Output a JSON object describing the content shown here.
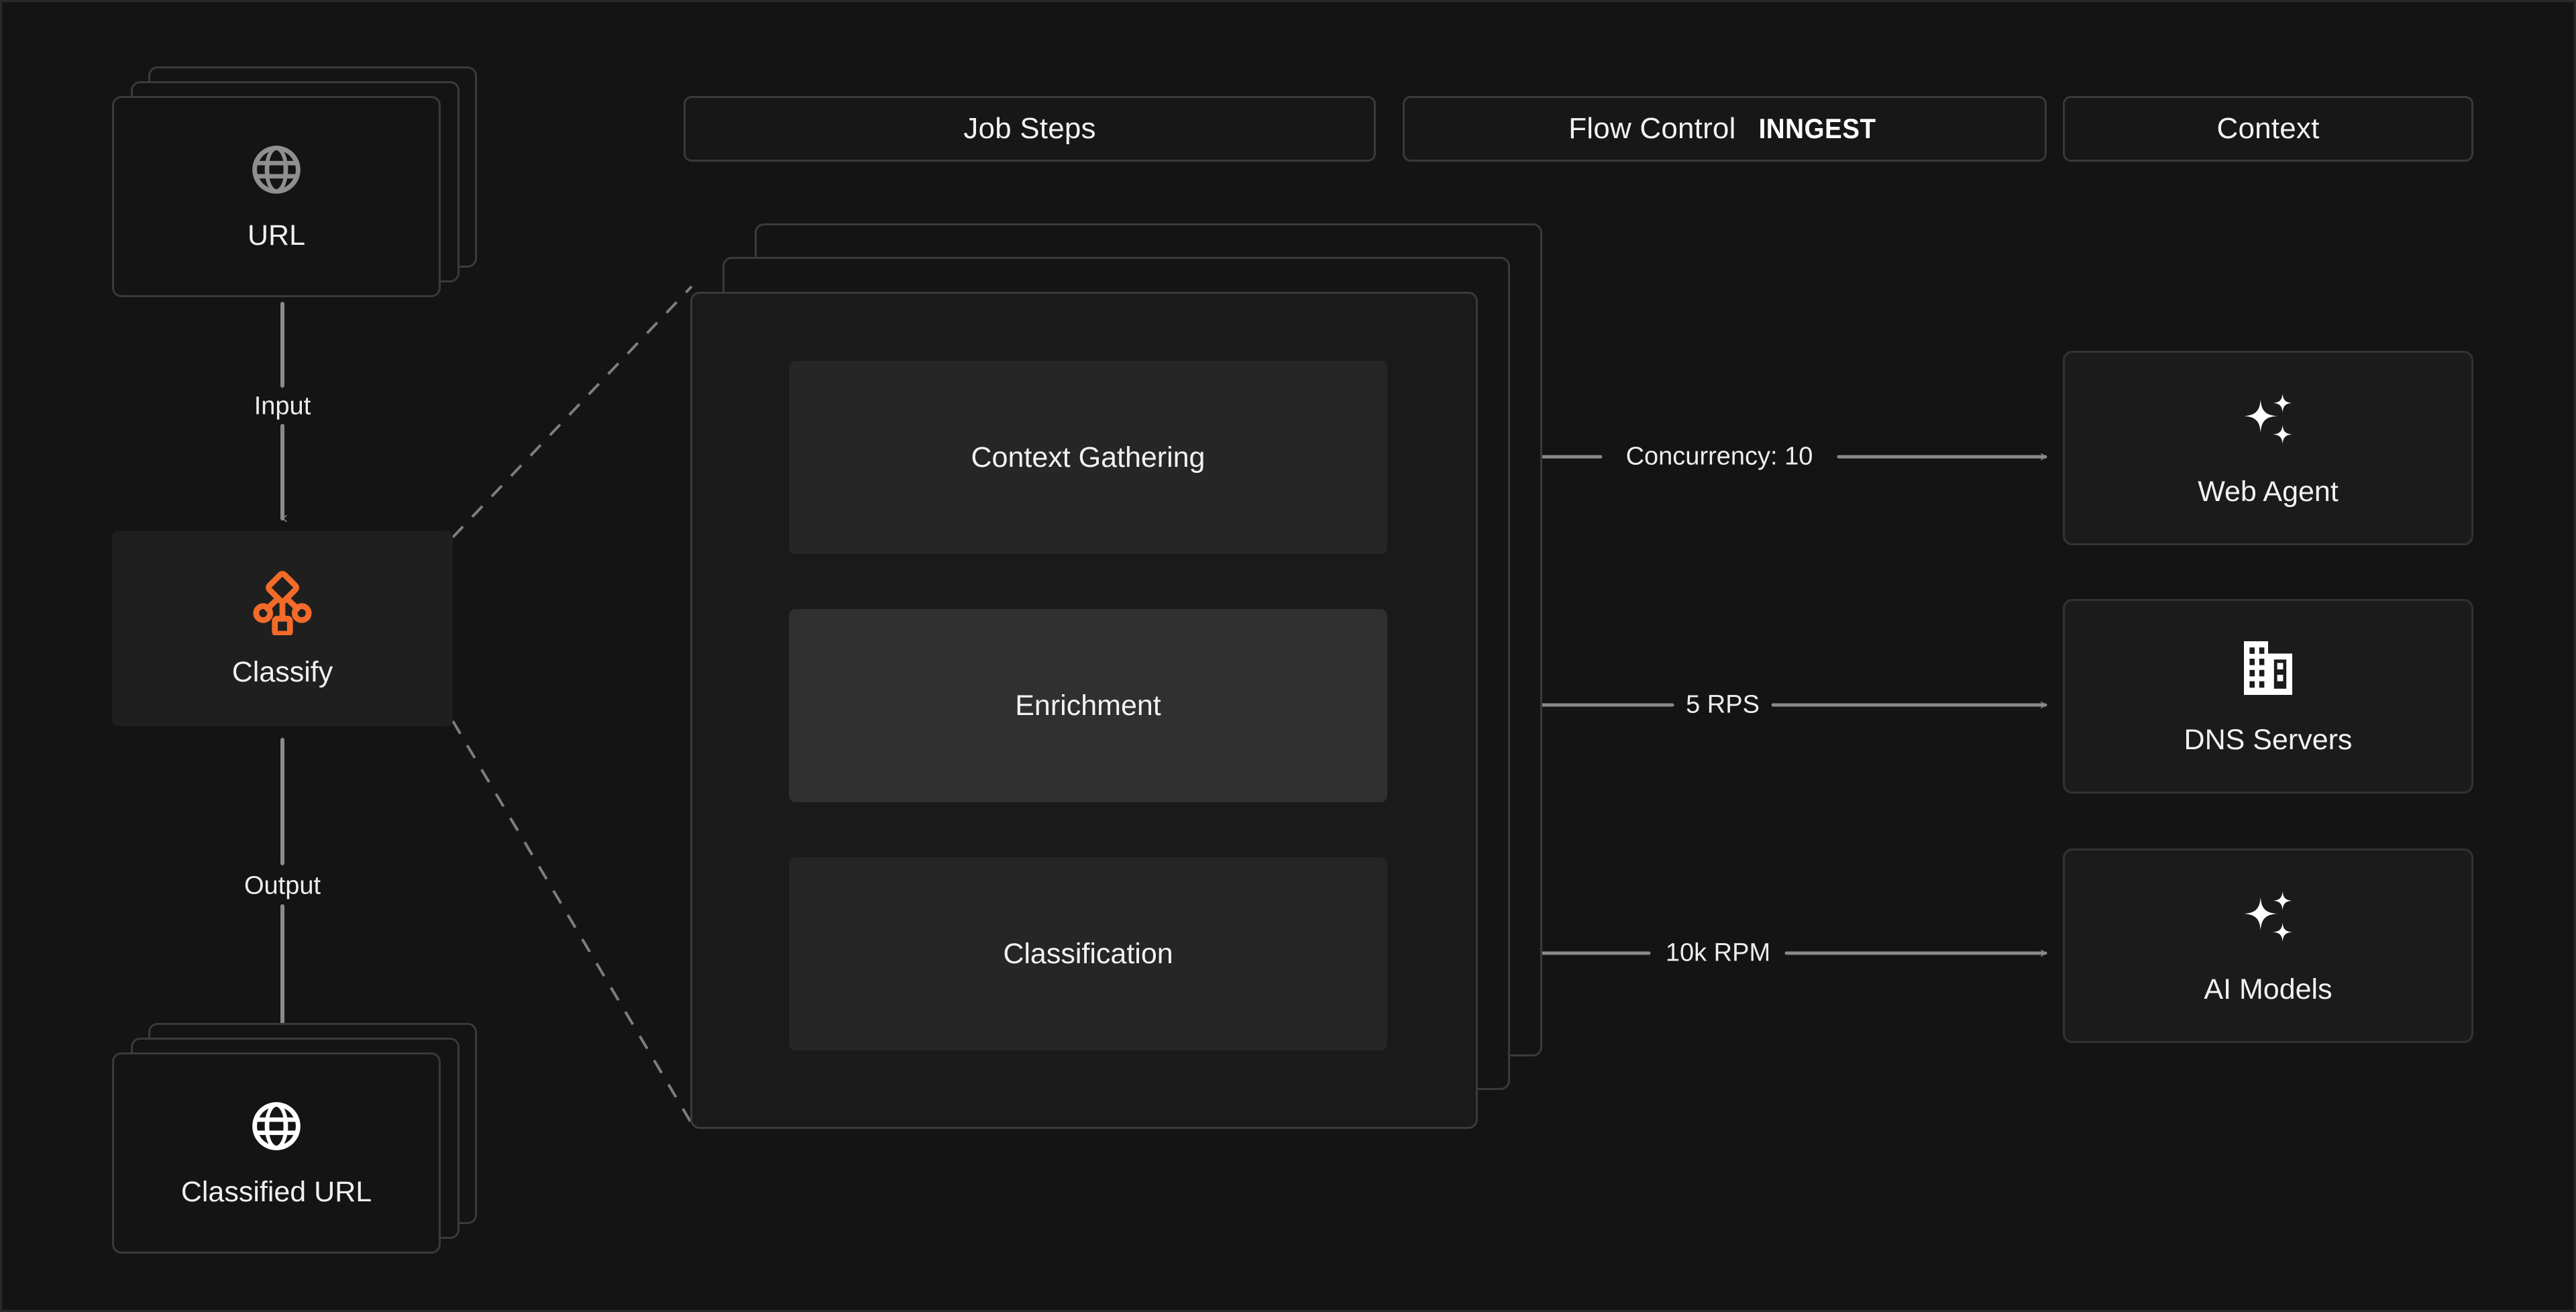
{
  "headers": [
    {
      "label": "Job Steps",
      "logo": ""
    },
    {
      "label": "Flow Control",
      "logo": "INNGEST"
    },
    {
      "label": "Context",
      "logo": ""
    }
  ],
  "pipeline": {
    "input_node": {
      "label": "URL",
      "icon": "globe-icon"
    },
    "process_node": {
      "label": "Classify",
      "icon": "workflow-branch-icon",
      "accent": "#F26B2A"
    },
    "output_node": {
      "label": "Classified URL",
      "icon": "globe-icon"
    },
    "input_edge_label": "Input",
    "output_edge_label": "Output"
  },
  "job_steps": [
    {
      "label": "Context Gathering",
      "highlighted": false
    },
    {
      "label": "Enrichment",
      "highlighted": true
    },
    {
      "label": "Classification",
      "highlighted": false
    }
  ],
  "flow_control": [
    {
      "label": "Concurrency: 10"
    },
    {
      "label": "5 RPS"
    },
    {
      "label": "10k RPM"
    }
  ],
  "context_cards": [
    {
      "label": "Web Agent",
      "icon": "sparkles-icon"
    },
    {
      "label": "DNS Servers",
      "icon": "building-icon"
    },
    {
      "label": "AI Models",
      "icon": "sparkles-icon"
    }
  ],
  "colors": {
    "background": "#141414",
    "accent_orange": "#F26B2A",
    "card_border": "#3a3a3a",
    "edge_line": "#8a8a8a",
    "text": "#f2f2f2",
    "muted_icon": "#8f8f8f"
  }
}
